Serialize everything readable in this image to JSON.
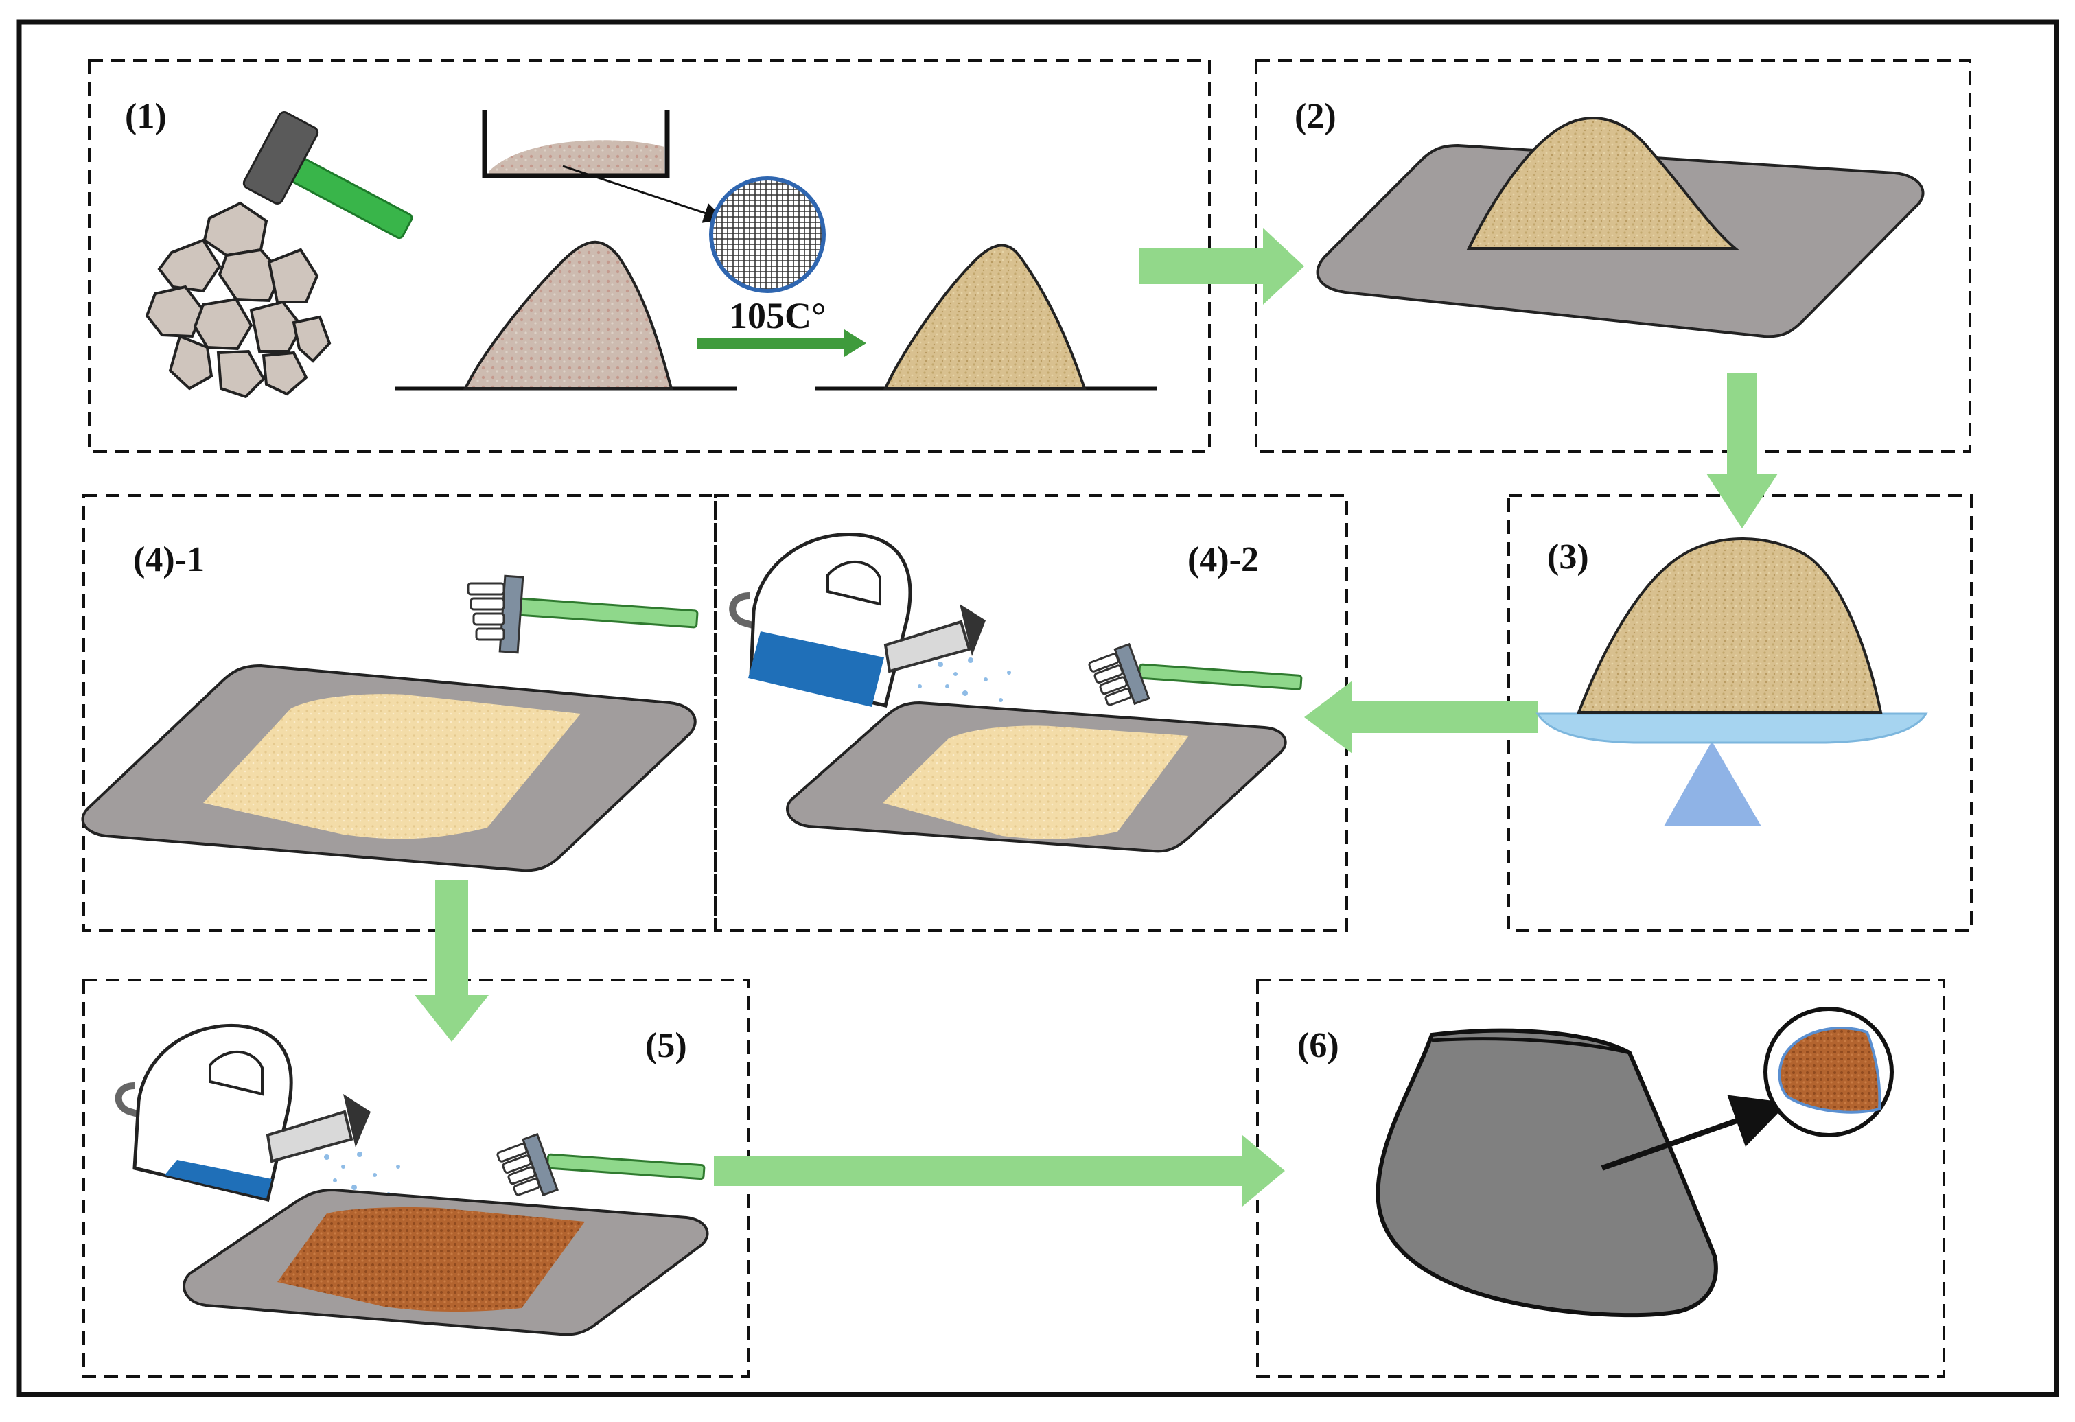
{
  "steps": {
    "s1": "(1)",
    "s2": "(2)",
    "s3": "(3)",
    "s4_1": "(4)-1",
    "s4_2": "(4)-2",
    "s5": "(5)",
    "s6": "(6)"
  },
  "drying_temperature": "105C°",
  "colors": {
    "arrow": "#92d88a",
    "tray": "#a19d9d",
    "sand": "#d8c08f",
    "sand_light": "#f3dca8",
    "soil_mix": "#c9b2a6",
    "mortar": "#b3642f",
    "water": "#1f6fb8",
    "brush_handle": "#66c46d",
    "scale": "#8fb3e6",
    "specimen": "#808080",
    "hammer_handle": "#39b54a"
  },
  "icons": [
    "hammer-icon",
    "rock-pile-icon",
    "sieve-icon",
    "watering-can-icon",
    "brush-icon",
    "balance-scale-icon",
    "magnifier-inset-icon"
  ]
}
